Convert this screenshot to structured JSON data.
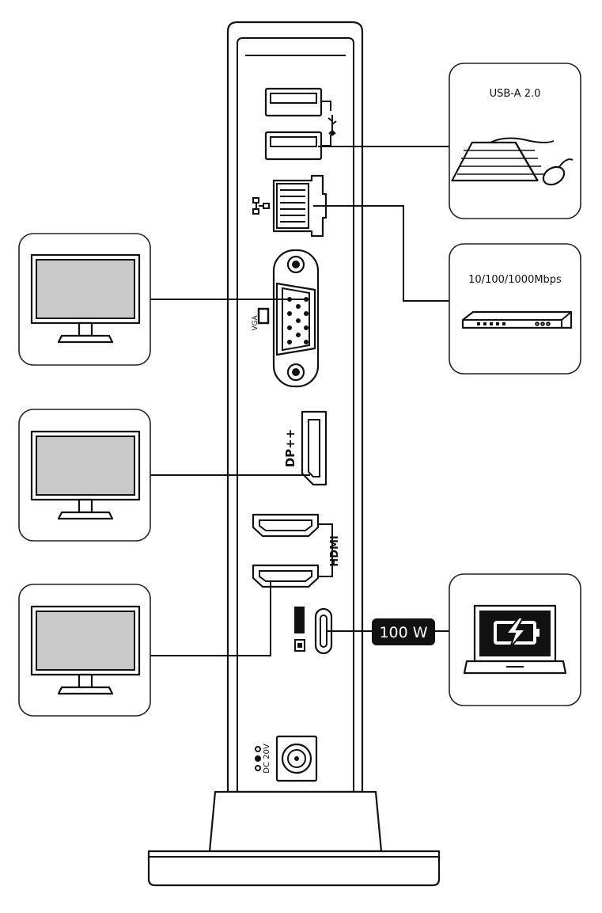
{
  "callouts": {
    "usb": {
      "label": "USB-A 2.0"
    },
    "lan": {
      "label": "10/100/1000Mbps"
    },
    "power_badge": {
      "label": "100 W"
    }
  },
  "port_labels": {
    "vga": "VGA",
    "dp": "DP++",
    "hdmi": "HDMI",
    "dc": "DC 20V"
  },
  "icons": [
    "usb-icon",
    "network-icon",
    "usb-c-superspeed-icon",
    "thunderbolt-charge-icon",
    "dc-polarity-icon",
    "keyboard-icon",
    "mouse-icon",
    "network-switch-icon",
    "monitor-icon",
    "laptop-charging-icon"
  ],
  "colors": {
    "ink": "#111111",
    "screen": "#c9c9c9",
    "badge": "#111111"
  }
}
